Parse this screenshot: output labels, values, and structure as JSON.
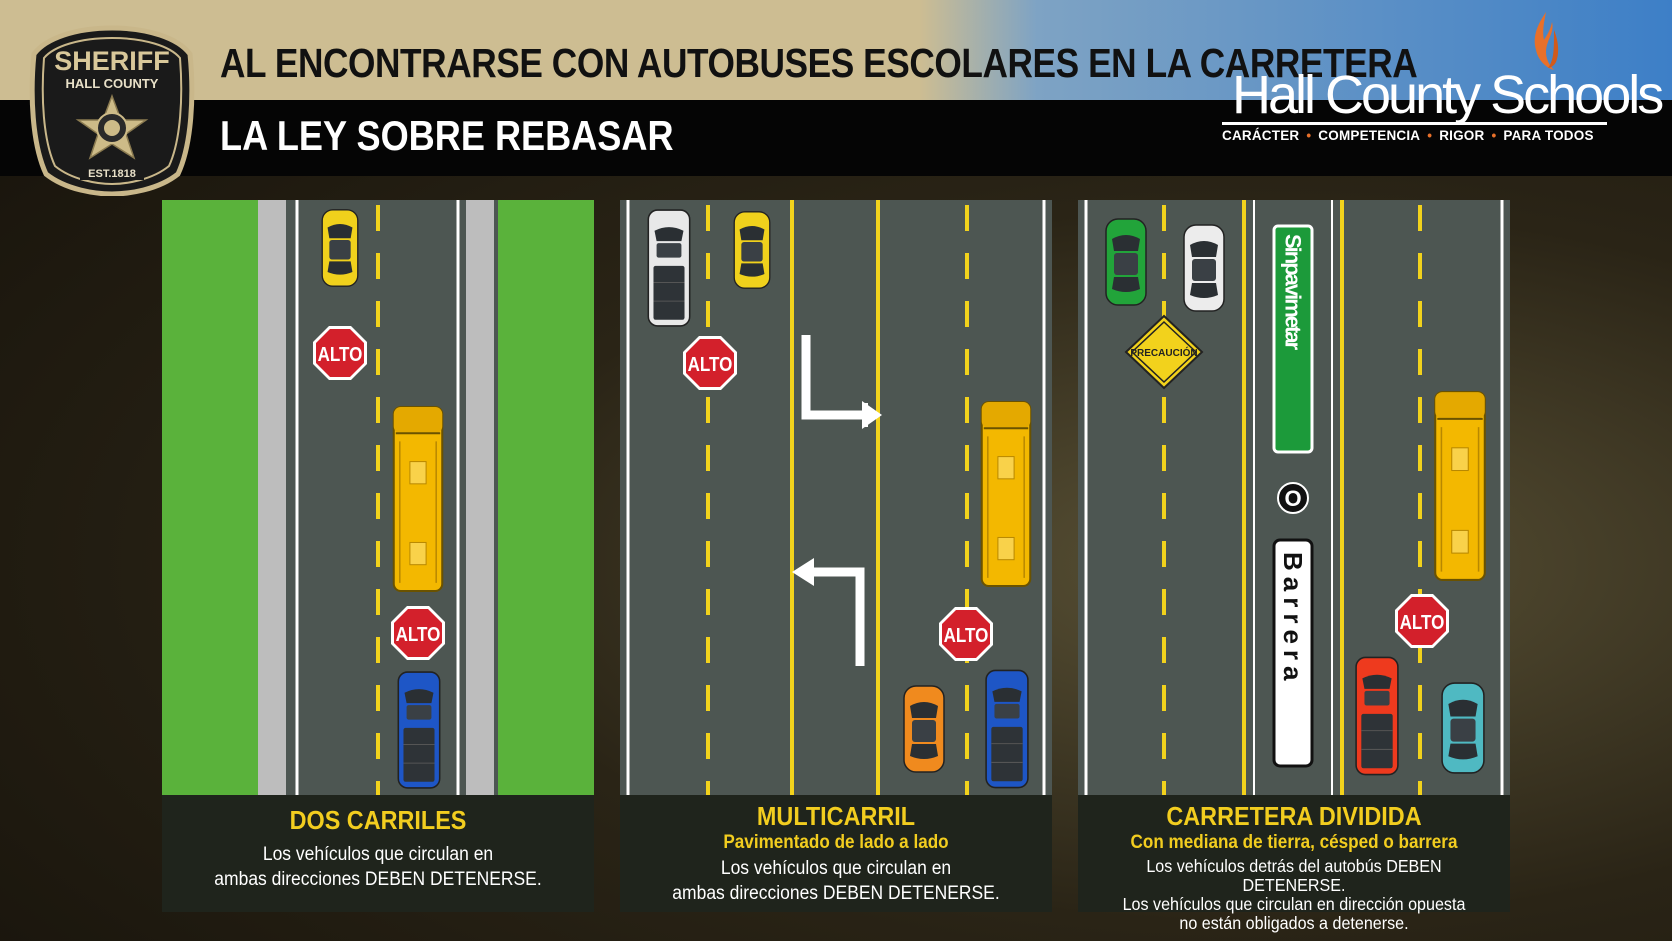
{
  "header": {
    "title_line1": "AL ENCONTRARSE CON AUTOBUSES ESCOLARES EN LA CARRETERA",
    "title_line2": "LA LEY SOBRE REBASAR"
  },
  "sheriff_badge": {
    "top_text": "SHERIFF",
    "county_text": "HALL COUNTY",
    "est_text": "EST.1818",
    "icon": "sheriff-star-badge-icon"
  },
  "schools_logo": {
    "name": "Hall County Schools",
    "tagline": [
      "CARÁCTER",
      "COMPETENCIA",
      "RIGOR",
      "PARA TODOS"
    ],
    "icon": "flame-icon"
  },
  "colors": {
    "road": "#4d5652",
    "grass": "#5ab23b",
    "lane_yellow": "#f2d21c",
    "stop_red": "#d3202b",
    "caption_title": "#f2cd1f",
    "median_green": "#1c9a3a"
  },
  "panels": [
    {
      "title": "DOS CARRILES",
      "subtitle": "",
      "description_lines": [
        "Los vehículos que circulan en",
        "ambas direcciones DEBEN DETENERSE."
      ],
      "stop_signs": [
        "ALTO",
        "ALTO"
      ]
    },
    {
      "title": "MULTICARRIL",
      "subtitle": "Pavimentado de lado a lado",
      "description_lines": [
        "Los vehículos que circulan en",
        "ambas direcciones DEBEN DETENERSE."
      ],
      "stop_signs": [
        "ALTO",
        "ALTO"
      ]
    },
    {
      "title": "CARRETERA DIVIDIDA",
      "subtitle": "Con mediana de tierra, césped o barrera",
      "description_lines": [
        "Los vehículos detrás del autobús DEBEN DETENERSE.",
        "Los vehículos que circulan en dirección opuesta",
        "no están obligados a detenerse."
      ],
      "stop_signs": [
        "ALTO"
      ],
      "caution_sign": "PRECAUCIÓN",
      "median_label_green": "Sinpavimetar",
      "median_connector": "O",
      "median_label_white": "Barrera"
    }
  ]
}
